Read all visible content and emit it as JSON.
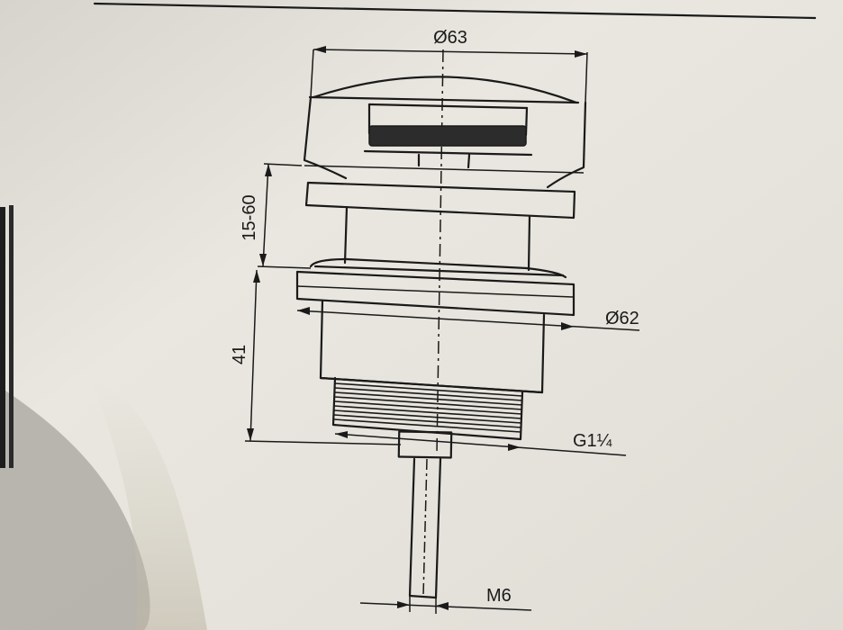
{
  "drawing": {
    "dimensions": {
      "top_diameter": "Ø63",
      "flange_diameter": "Ø62",
      "height_range": "15-60",
      "body_height": "41",
      "thread": "G1¼",
      "rod_thread": "M6"
    }
  },
  "colors": {
    "paper": "#e8e6de",
    "ink": "#1a1a1a"
  }
}
